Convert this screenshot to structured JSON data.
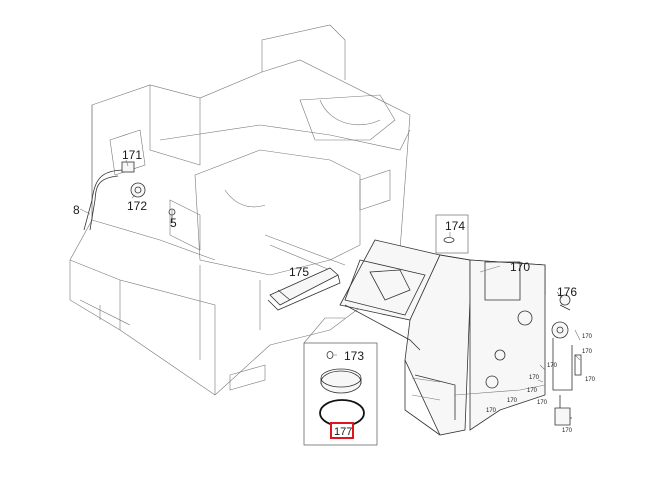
{
  "callouts": {
    "c8": "8",
    "c171": "171",
    "c172": "172",
    "c5": "5",
    "c174": "174",
    "c170": "170",
    "c175": "175",
    "c176": "176",
    "c173": "173",
    "c177": "177",
    "s170a": "170",
    "s170b": "170",
    "s170c": "170",
    "s170d": "170",
    "s170e": "170",
    "s170f": "170",
    "s170g": "170",
    "s170h": "170",
    "s170i": "170",
    "s170j": "170"
  },
  "highlight_color": "#e0141e"
}
